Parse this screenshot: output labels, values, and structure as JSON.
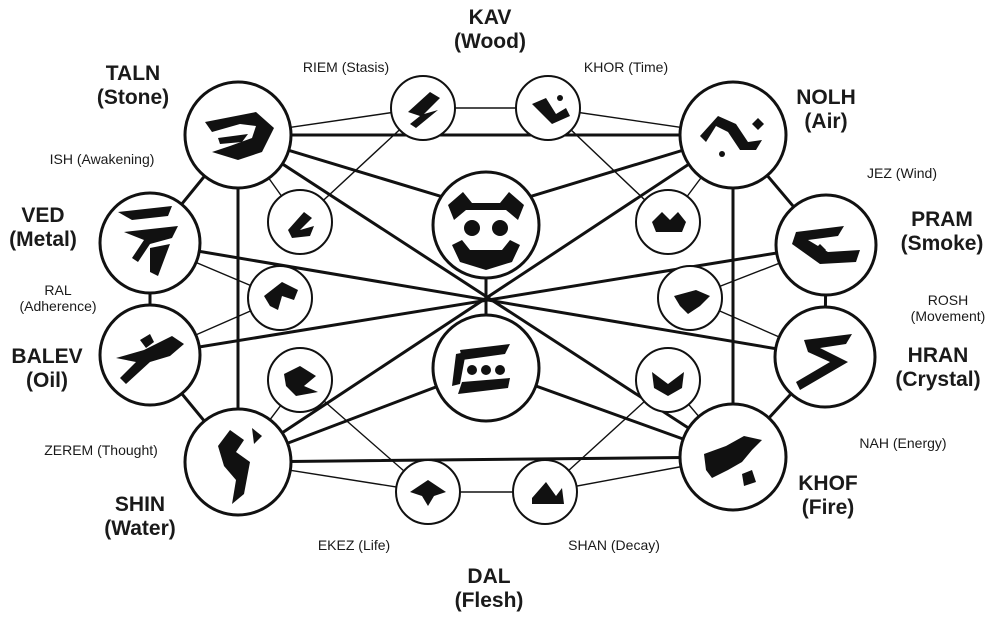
{
  "diagram": {
    "major": [
      {
        "id": "kav",
        "name": "KAV",
        "meaning": "(Wood)"
      },
      {
        "id": "taln",
        "name": "TALN",
        "meaning": "(Stone)"
      },
      {
        "id": "nolh",
        "name": "NOLH",
        "meaning": "(Air)"
      },
      {
        "id": "ved",
        "name": "VED",
        "meaning": "(Metal)"
      },
      {
        "id": "pram",
        "name": "PRAM",
        "meaning": "(Smoke)"
      },
      {
        "id": "balev",
        "name": "BALEV",
        "meaning": "(Oil)"
      },
      {
        "id": "hran",
        "name": "HRAN",
        "meaning": "(Crystal)"
      },
      {
        "id": "shin",
        "name": "SHIN",
        "meaning": "(Water)"
      },
      {
        "id": "khof",
        "name": "KHOF",
        "meaning": "(Fire)"
      },
      {
        "id": "dal",
        "name": "DAL",
        "meaning": "(Flesh)"
      }
    ],
    "minor": [
      {
        "id": "riem",
        "label": "RIEM (Stasis)"
      },
      {
        "id": "khor",
        "label": "KHOR (Time)"
      },
      {
        "id": "ish",
        "label": "ISH (Awakening)"
      },
      {
        "id": "jez",
        "label": "JEZ (Wind)"
      },
      {
        "id": "ral",
        "line1": "RAL",
        "line2": "(Adherence)"
      },
      {
        "id": "rosh",
        "line1": "ROSH",
        "line2": "(Movement)"
      },
      {
        "id": "zerem",
        "label": "ZEREM (Thought)"
      },
      {
        "id": "nah",
        "label": "NAH (Energy)"
      },
      {
        "id": "ekez",
        "label": "EKEZ (Life)"
      },
      {
        "id": "shan",
        "label": "SHAN (Decay)"
      }
    ],
    "colors": {
      "ink": "#111111",
      "paper": "#ffffff"
    }
  }
}
